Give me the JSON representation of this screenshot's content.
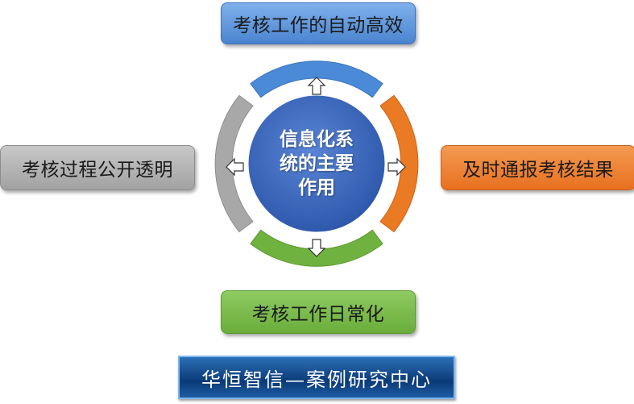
{
  "diagram": {
    "center_text": "信息化系统的主要作用",
    "center_lines": [
      "信息化系",
      "统的主要",
      "作用"
    ],
    "top_label": "考核工作的自动高效",
    "right_label": "及时通报考核结果",
    "bottom_label": "考核工作日常化",
    "left_label": "考核过程公开透明",
    "colors": {
      "top": "#4a84cf",
      "right": "#e8701f",
      "bottom": "#6aad3b",
      "left": "#a2a2a2",
      "center": "#3a68c4"
    }
  },
  "banner": {
    "text": "华恒智信—案例研究中心"
  }
}
